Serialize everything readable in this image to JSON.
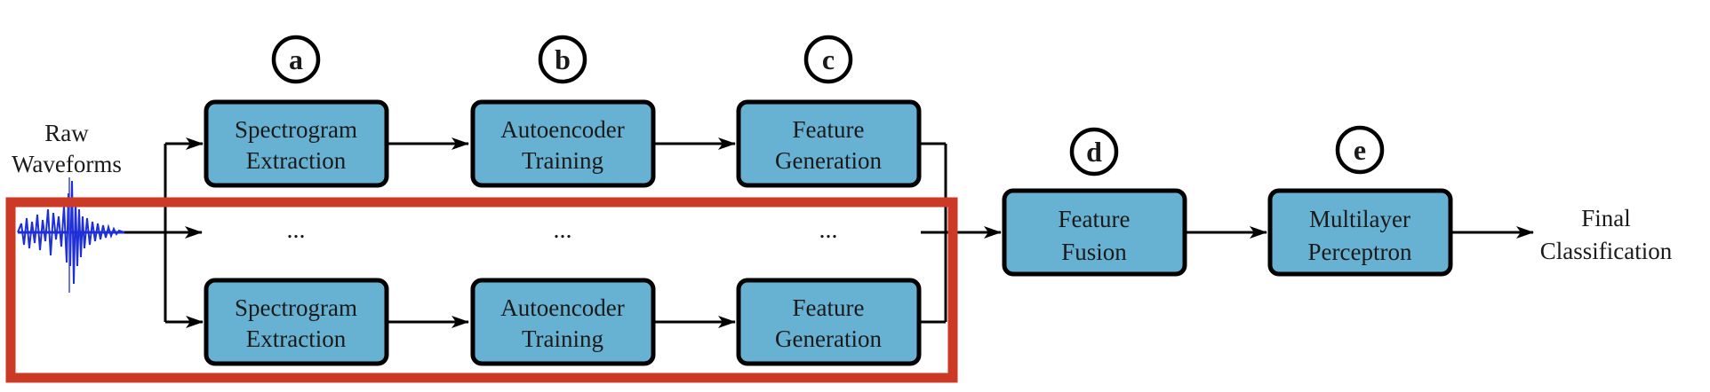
{
  "input": {
    "label_line1": "Raw",
    "label_line2": "Waveforms"
  },
  "branches": {
    "top": {
      "spectrogram": [
        "Spectrogram",
        "Extraction"
      ],
      "autoencoder": [
        "Autoencoder",
        "Training"
      ],
      "feature": [
        "Feature",
        "Generation"
      ]
    },
    "middle": {
      "ellipsis_a": "...",
      "ellipsis_b": "...",
      "ellipsis_c": "..."
    },
    "bottom": {
      "spectrogram": [
        "Spectrogram",
        "Extraction"
      ],
      "autoencoder": [
        "Autoencoder",
        "Training"
      ],
      "feature": [
        "Feature",
        "Generation"
      ]
    }
  },
  "fusion": [
    "Feature",
    "Fusion"
  ],
  "mlp": [
    "Multilayer",
    "Perceptron"
  ],
  "output": {
    "label_line1": "Final",
    "label_line2": "Classification"
  },
  "stage_markers": {
    "a": "a",
    "b": "b",
    "c": "c",
    "d": "d",
    "e": "e"
  },
  "colors": {
    "box_fill": "#67b2d3",
    "highlight": "#cc3a26",
    "waveform": "#1f2fd6"
  }
}
